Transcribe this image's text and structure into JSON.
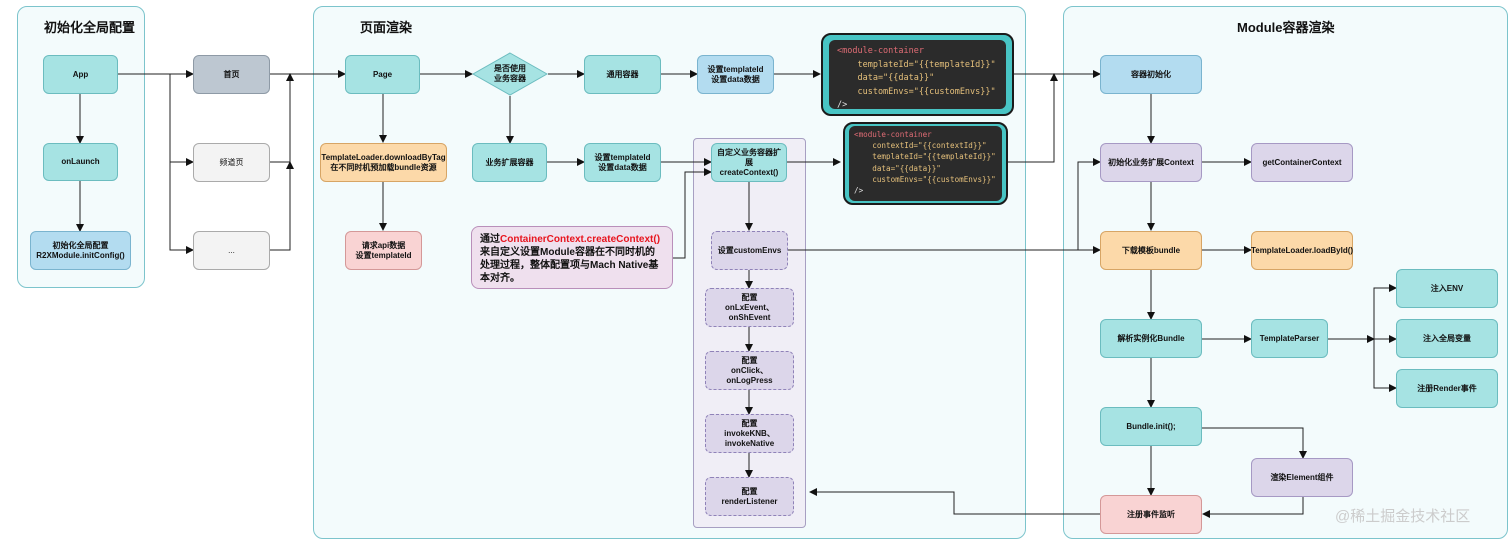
{
  "sections": {
    "init": "初始化全局配置",
    "render": "页面渲染",
    "module": "Module容器渲染"
  },
  "nodes": {
    "app": "App",
    "onlaunch": "onLaunch",
    "init_config": "初始化全局配置\nR2XModule.initConfig()",
    "home": "首页",
    "channel": "频道页",
    "more": "...",
    "page": "Page",
    "decision": "是否使用\n业务容器",
    "common_container": "通用容器",
    "set_template_1": "设置templateId\n设置data数据",
    "template_loader": "TemplateLoader.downloadByTag\n在不同时机预加载bundle资源",
    "request_api": "请求api数据\n设置templateId",
    "business_container": "业务扩展容器",
    "set_template_2": "设置templateId\n设置data数据",
    "custom_context": "自定义业务容器扩展\ncreateContext()",
    "set_custom_envs": "设置customEnvs",
    "config_events": "配置\nonLxEvent、onShEvent",
    "config_click": "配置\nonClick、onLogPress",
    "config_invoke": "配置\ninvokeKNB、\ninvokeNative",
    "config_render": "配置\nrenderListener",
    "container_init": "容器初始化",
    "init_context": "初始化业务扩展Context",
    "get_context": "getContainerContext",
    "download_bundle": "下载模板bundle",
    "load_by_id": "TemplateLoader.loadById()",
    "parse_bundle": "解析实例化Bundle",
    "template_parser": "TemplateParser",
    "inject_env": "注入ENV",
    "inject_global": "注入全局变量",
    "register_render": "注册Render事件",
    "bundle_init": "Bundle.init();",
    "render_element": "渲染Element组件",
    "register_listener": "注册事件监听"
  },
  "code_block_1": [
    "<module-container",
    "    templateId=\"{{templateId}}\"",
    "    data=\"{{data}}\"",
    "    customEnvs=\"{{customEnvs}}\"",
    "/>"
  ],
  "code_block_2": [
    "<module-container",
    "    contextId=\"{{contextId}}\"",
    "    templateId=\"{{templateId}}\"",
    "    data=\"{{data}}\"",
    "    customEnvs=\"{{customEnvs}}\"",
    "/>"
  ],
  "note": {
    "prefix": "通过",
    "highlight": "ContainerContext.createContext()",
    "text": "来自定义设置Module容器在不同时机的处理过程，整体配置项与Mach Native基本对齐。"
  },
  "watermark": "@稀土掘金技术社区",
  "colors": {
    "teal": "#a6e3e3",
    "blue": "#b3dcf0",
    "orange": "#fcd9a9",
    "pink": "#f9d3d3",
    "purple": "#dcd6ea",
    "highlight_text": "#e8141e",
    "code_bg": "#2b2b2b"
  }
}
